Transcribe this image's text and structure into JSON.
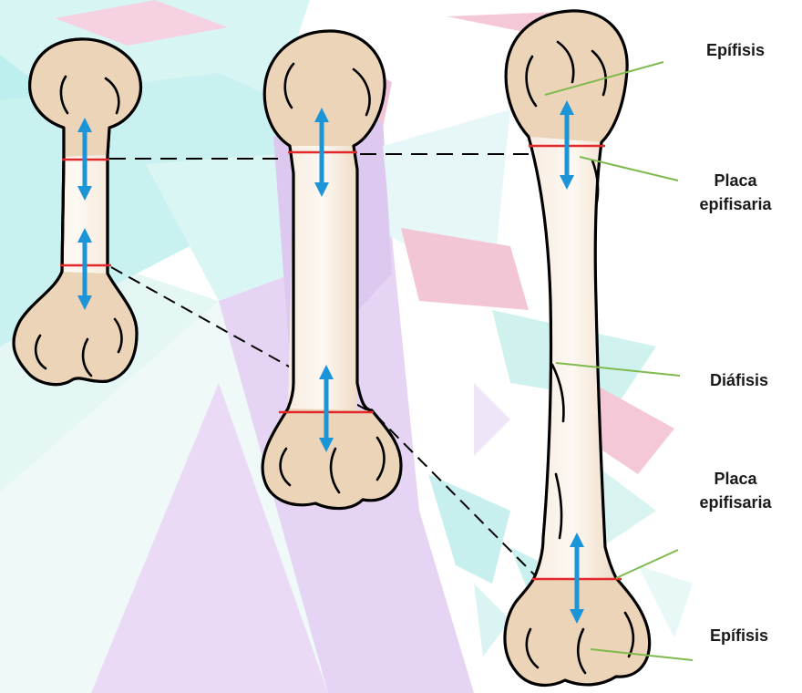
{
  "labels": {
    "epifisis_top": "Epífisis",
    "placa_top_line1": "Placa",
    "placa_top_line2": "epifisaria",
    "diafisis": "Diáfisis",
    "placa_bottom_line1": "Placa",
    "placa_bottom_line2": "epifisaria",
    "epifisis_bottom": "Epífisis"
  },
  "colors": {
    "bone_fill": "#f3e6d6",
    "epiphysis_fill": "#ecd4b8",
    "growth_plate": "#e3282b",
    "growth_arrow": "#1b95d8",
    "leader_line": "#7fba4e",
    "background_cyan": "#c8f2f2",
    "background_violet": "#e6d3f2",
    "background_pink": "#f2c2d2"
  },
  "icons": [
    "double-headed-growth-arrow"
  ]
}
